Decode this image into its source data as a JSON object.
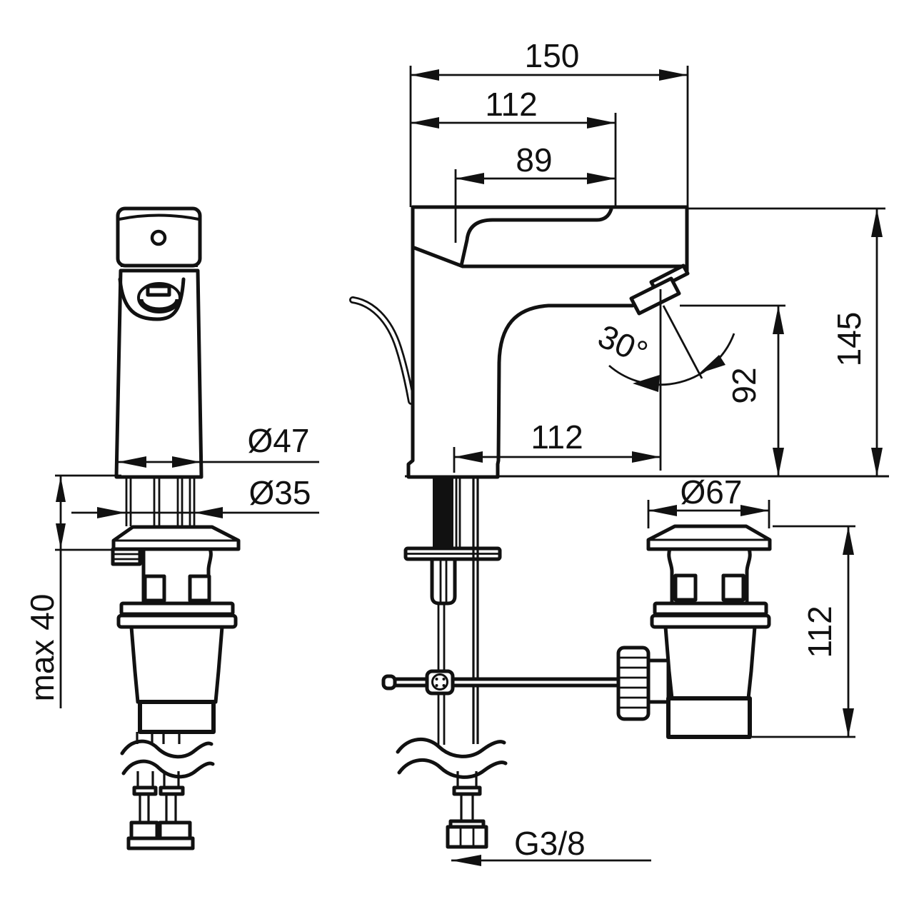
{
  "dimensions": {
    "total_width": "150",
    "body_width": "112",
    "handle_length": "89",
    "total_height": "145",
    "spout_height": "92",
    "spout_angle": "30°",
    "spout_reach": "112",
    "base_diameter": "Ø47",
    "shank_diameter": "Ø35",
    "max_deck_thickness": "max 40",
    "waste_flange_diameter": "Ø67",
    "waste_height": "112",
    "supply_thread": "G3/8"
  },
  "colors": {
    "line": "#111111",
    "background": "#ffffff"
  }
}
